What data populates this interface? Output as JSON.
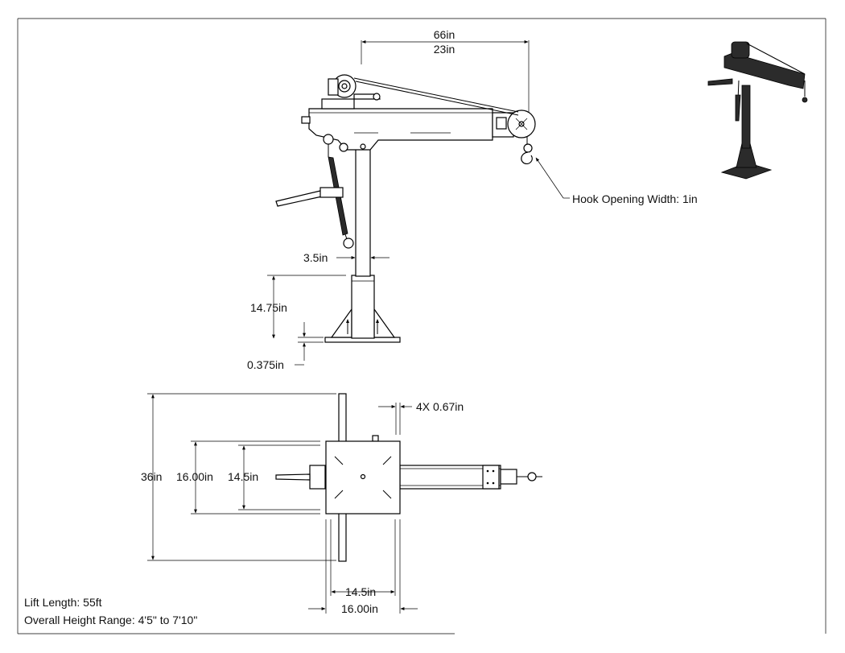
{
  "dimensions": {
    "boom_reach_in": "66in",
    "boom_reach_2": "23in",
    "hook_opening": "Hook Opening Width: 1in",
    "mast_width": "3.5in",
    "sleeve_height": "14.75in",
    "plate_thickness": "0.375in",
    "hole_spacing": "4X 0.67in",
    "overall_span": "36in",
    "base_outer_v": "16.00in",
    "base_inner_v": "14.5in",
    "base_inner_h": "14.5in",
    "base_outer_h": "16.00in"
  },
  "notes": {
    "lift_length": "Lift Length: 55ft",
    "height_range": "Overall Height Range: 4'5\" to 7'10\""
  },
  "colors": {
    "line": "#000000",
    "iso_fill": "#2b2b2b",
    "background": "#ffffff"
  }
}
